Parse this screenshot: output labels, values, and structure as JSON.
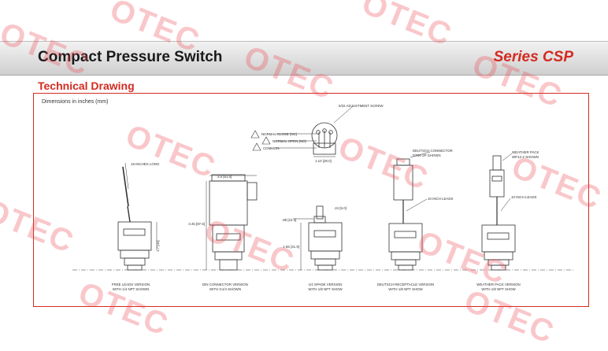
{
  "header": {
    "title": "Compact Pressure Switch",
    "series": "Series CSP"
  },
  "section_title": "Technical Drawing",
  "drawing": {
    "units_note": "Dimensions in inches (mm)",
    "callouts": {
      "adjustment_screw": "6/32 ADJUSTMENT SCREW",
      "normal_close": "NORMAL CLOSE (NC)",
      "normal_open": "NORMAL OPEN (NO)",
      "common": "COMMON",
      "common_dim": "1.10 [28.0]",
      "leads_long": "18 INCHES LONG",
      "din_width": "2.0 [51.0]",
      "din_height": "3.45 [87.6]",
      "free_height": "1.7 [43]",
      "spade_offset": ".88 [22.3]",
      "spade_tab": ".24 [6.0]",
      "spade_height": "1.65 [41.9]",
      "deutsch_connector": "DEUTSCH CONNECTOR",
      "deutsch_sub": "DT04-2P SHOWN",
      "deutsch_leads": "10 INCH LEADS",
      "weather_pack": "WEATHER PACK",
      "weather_pack_sub": "WP12-2 SHOWN",
      "weather_leads": "10 INCH LEADS"
    },
    "versions": [
      {
        "name": "FREE LEADS VERSION",
        "sub": "WITH 1/4 NPT SHOWN"
      },
      {
        "name": "DIN CONNECTOR VERSION",
        "sub": "WITH G1/4 SHOWN"
      },
      {
        "name": "1/4 SPADE VERSION",
        "sub": "WITH 1/8 NPT SHOW"
      },
      {
        "name": "DEUTSCH RECEPTACLE VERSION",
        "sub": "WITH 1/8 NPT SHOW"
      },
      {
        "name": "WEATHER PACK VERSION",
        "sub": "WITH 1/8 NPT SHOW"
      }
    ]
  },
  "watermark": {
    "text": "OTEC",
    "color": "#eb4650"
  },
  "colors": {
    "accent": "#d42a20",
    "line": "#333333"
  }
}
